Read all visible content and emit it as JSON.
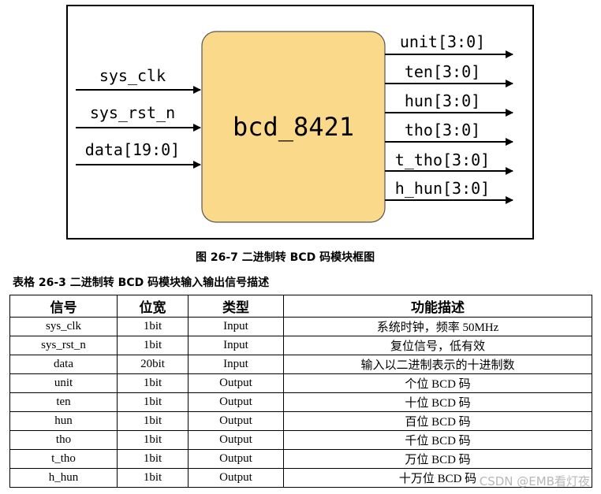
{
  "diagram": {
    "module_name": "bcd_8421",
    "inputs": [
      "sys_clk",
      "sys_rst_n",
      "data[19:0]"
    ],
    "outputs": [
      "unit[3:0]",
      "ten[3:0]",
      "hun[3:0]",
      "tho[3:0]",
      "t_tho[3:0]",
      "h_hun[3:0]"
    ],
    "module_fill": "#fbd98a"
  },
  "figure_caption": "图 26-7  二进制转 BCD 码模块框图",
  "table": {
    "caption": "表格 26-3  二进制转 BCD 码模块输入输出信号描述",
    "headers": [
      "信号",
      "位宽",
      "类型",
      "功能描述"
    ],
    "rows": [
      [
        "sys_clk",
        "1bit",
        "Input",
        "系统时钟，频率 50MHz"
      ],
      [
        "sys_rst_n",
        "1bit",
        "Input",
        "复位信号，低有效"
      ],
      [
        "data",
        "20bit",
        "Input",
        "输入以二进制表示的十进制数"
      ],
      [
        "unit",
        "1bit",
        "Output",
        "个位 BCD 码"
      ],
      [
        "ten",
        "1bit",
        "Output",
        "十位 BCD 码"
      ],
      [
        "hun",
        "1bit",
        "Output",
        "百位 BCD 码"
      ],
      [
        "tho",
        "1bit",
        "Output",
        "千位 BCD 码"
      ],
      [
        "t_tho",
        "1bit",
        "Output",
        "万位 BCD 码"
      ],
      [
        "h_hun",
        "1bit",
        "Output",
        "十万位 BCD 码"
      ]
    ]
  },
  "watermark": "CSDN @EMB看灯夜"
}
